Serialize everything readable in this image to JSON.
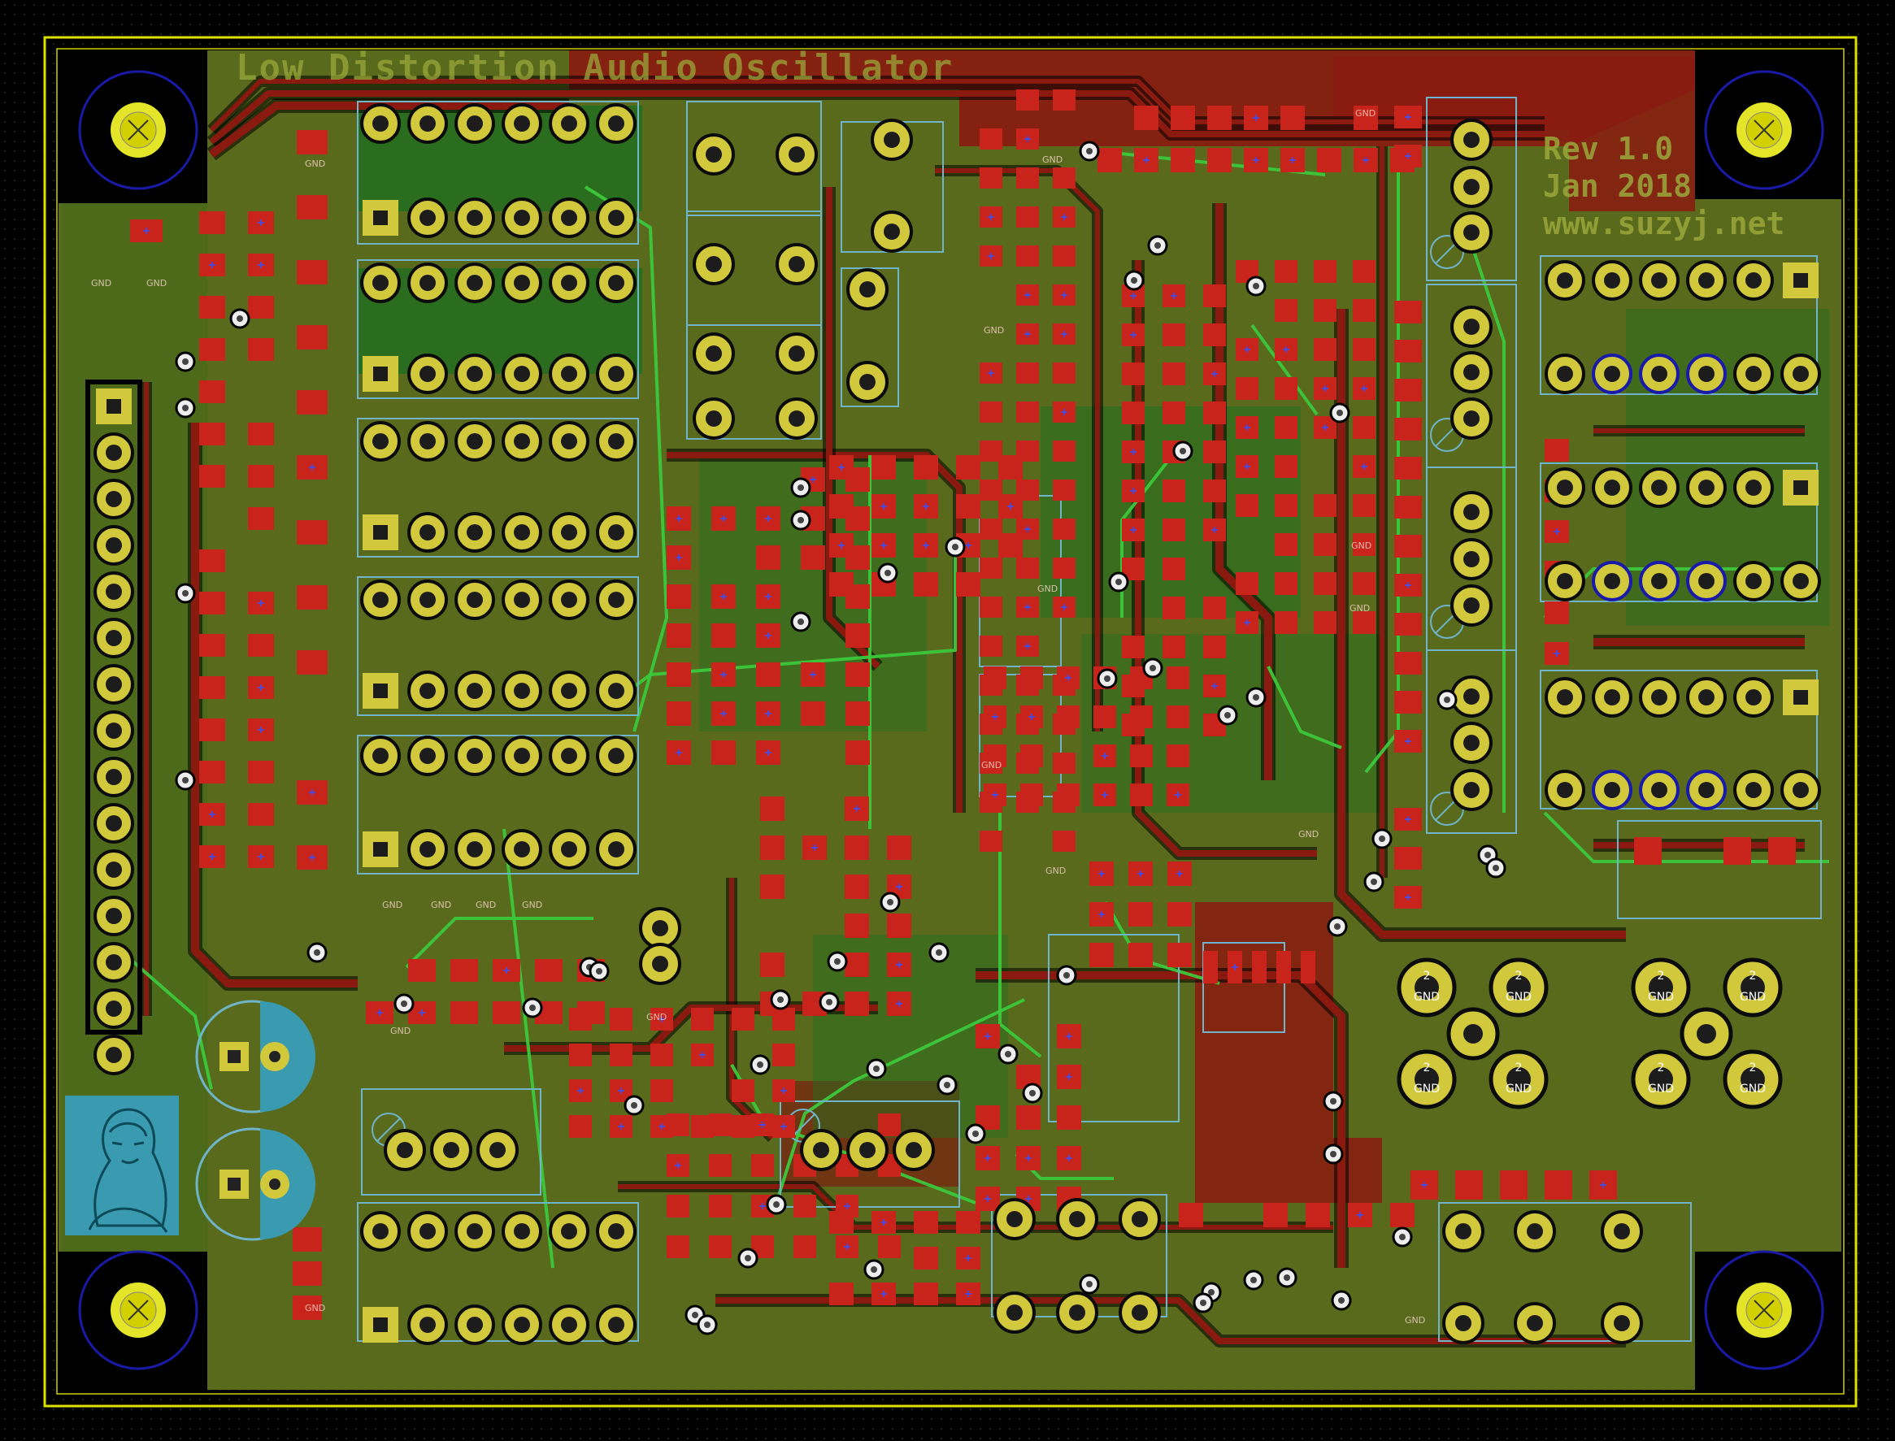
{
  "board": {
    "title": "Low Distortion Audio Oscillator",
    "revision": "Rev 1.0",
    "date": "Jan 2018",
    "website": "www.suzyj.net",
    "pad_label_gnd": "GND",
    "pad_label_2": "2"
  },
  "colors": {
    "background": "#000000",
    "grid_dot": "#2a2a2a",
    "outline": "#e0e000",
    "copper_back": "#8a1a10",
    "copper_front": "#1f6e1f",
    "zone_mix": "#5a6a1a",
    "pad_smd": "#c8241c",
    "pad_tht": "#d2c83c",
    "pad_hole": "#1a1a1a",
    "courtyard": "#6fb4c8",
    "trace_front": "#3cc83c",
    "mount_ring": "#1a1aa8",
    "logo": "#3a9ab0"
  },
  "icons": {
    "mounting_hole": "mounting-hole-icon",
    "logo": "portrait-logo-icon"
  }
}
